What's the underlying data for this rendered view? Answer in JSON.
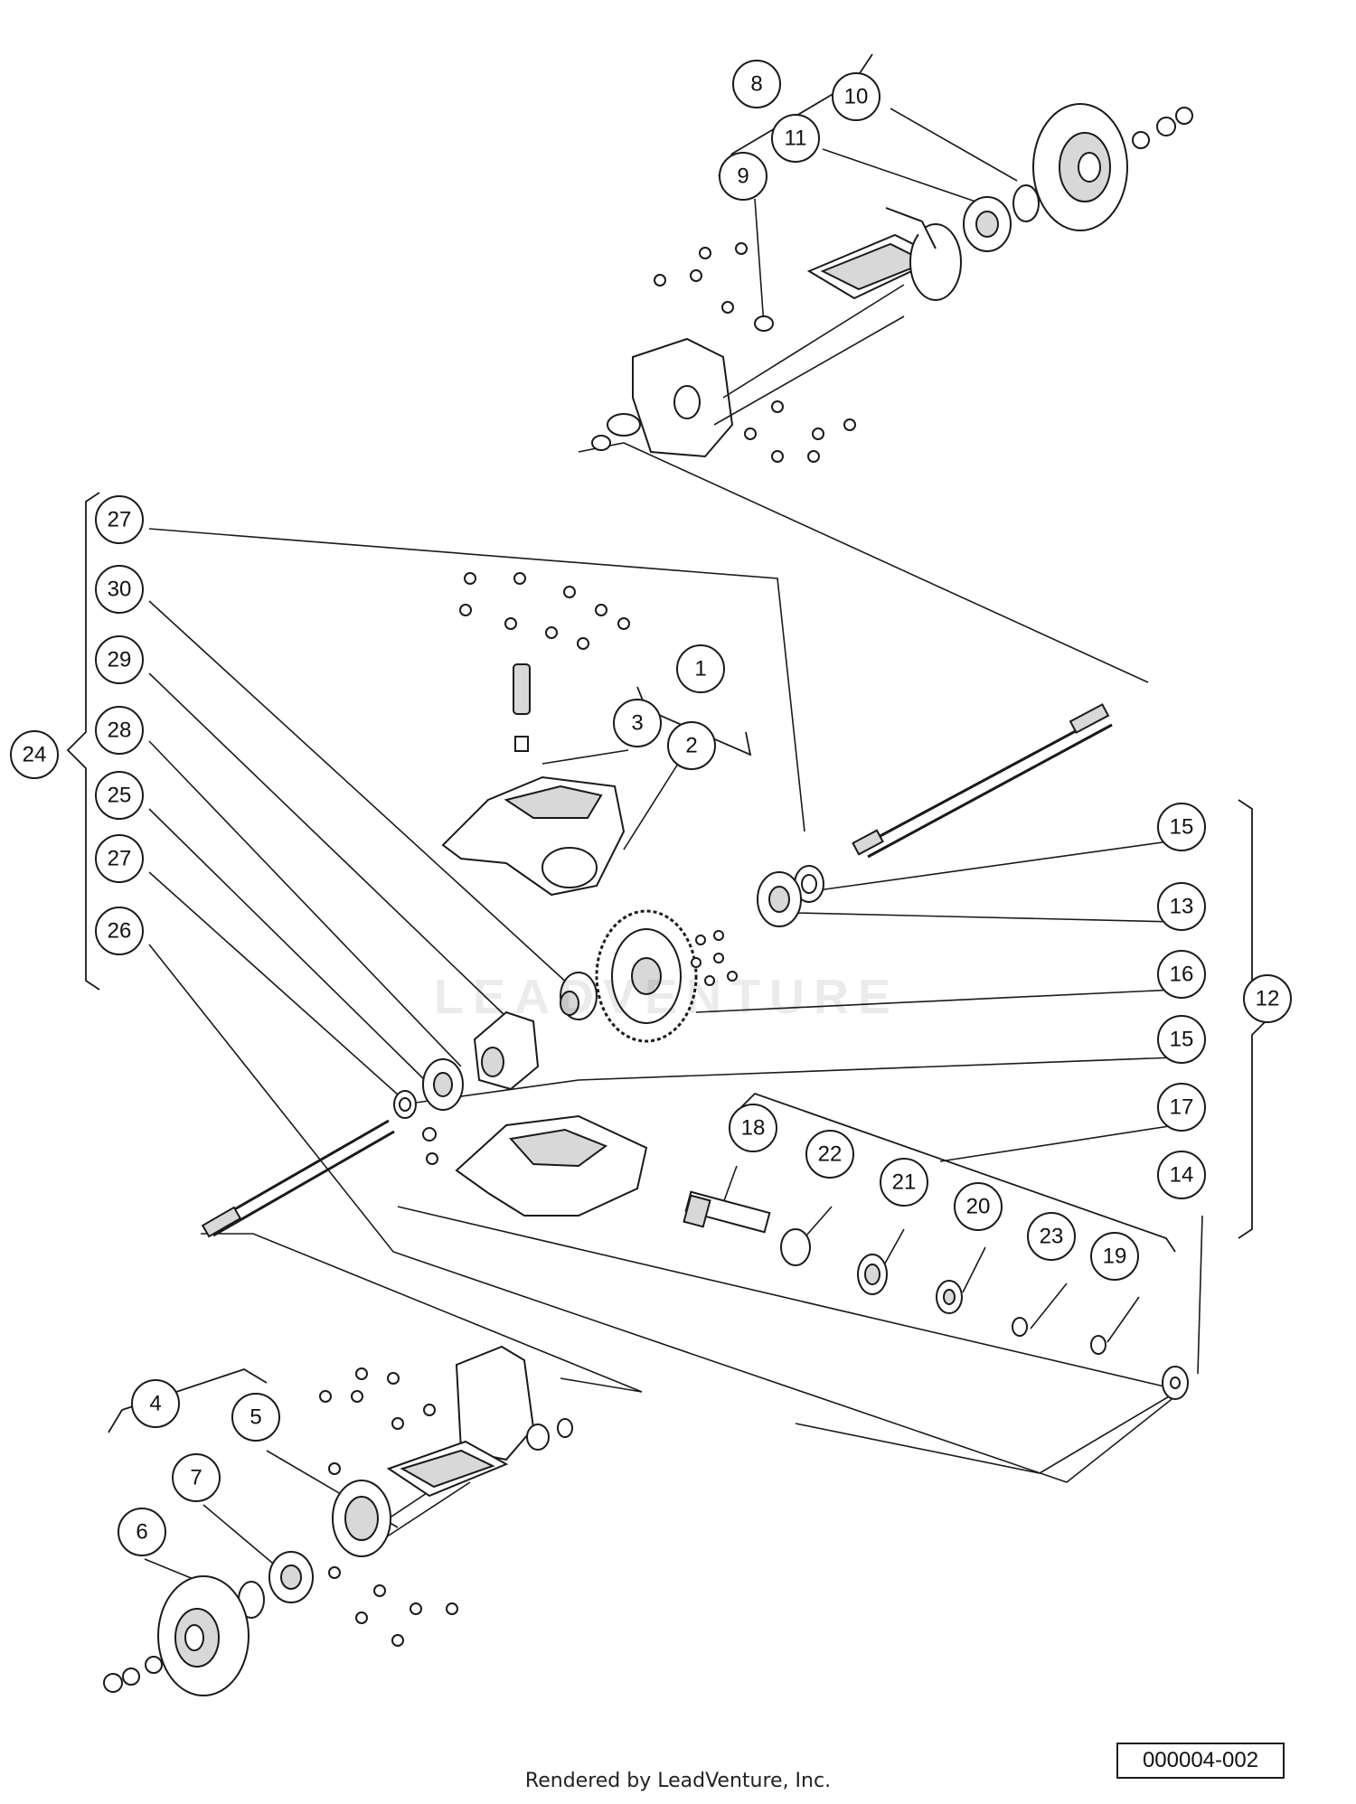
{
  "callouts": [
    {
      "label": "1"
    },
    {
      "label": "2"
    },
    {
      "label": "3"
    },
    {
      "label": "4"
    },
    {
      "label": "5"
    },
    {
      "label": "6"
    },
    {
      "label": "7"
    },
    {
      "label": "8"
    },
    {
      "label": "9"
    },
    {
      "label": "10"
    },
    {
      "label": "11"
    },
    {
      "label": "12"
    },
    {
      "label": "13"
    },
    {
      "label": "14"
    },
    {
      "label": "15"
    },
    {
      "label": "15"
    },
    {
      "label": "16"
    },
    {
      "label": "17"
    },
    {
      "label": "18"
    },
    {
      "label": "19"
    },
    {
      "label": "20"
    },
    {
      "label": "21"
    },
    {
      "label": "22"
    },
    {
      "label": "23"
    },
    {
      "label": "24"
    },
    {
      "label": "25"
    },
    {
      "label": "26"
    },
    {
      "label": "27"
    },
    {
      "label": "27"
    },
    {
      "label": "28"
    },
    {
      "label": "29"
    },
    {
      "label": "30"
    }
  ],
  "watermark": "LEADVENTURE",
  "doc_number": "000004-002",
  "render_credit": "Rendered by LeadVenture, Inc."
}
